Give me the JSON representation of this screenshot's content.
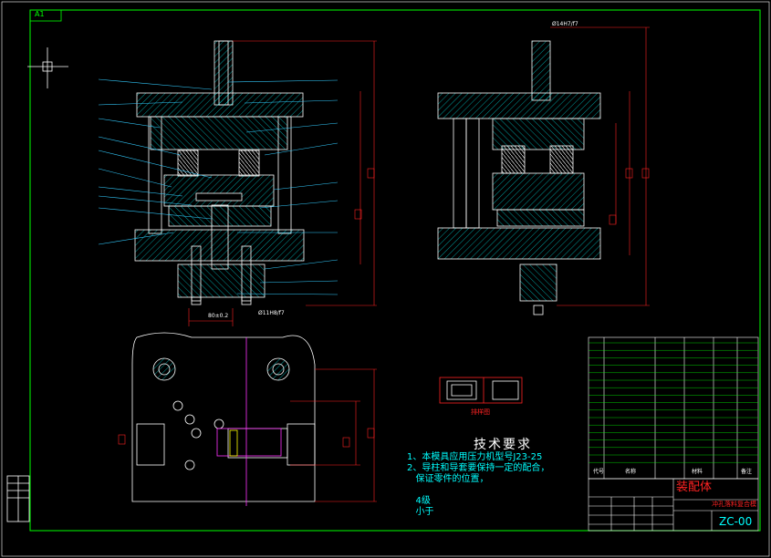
{
  "sheet_size": "A1",
  "technical_requirements": {
    "title": "技术要求",
    "lines": [
      "1、本模具应用压力机型号J23-25",
      "2、导柱和导套要保持一定的配合，",
      "   保证零件的位置，",
      "   4级",
      "   小于"
    ]
  },
  "dimensions": {
    "d1": "Ø14H7/f7",
    "d2": "Ø11H8/f7",
    "d3": "80±0.2"
  },
  "section_label": "排样图",
  "title_block": {
    "drawing_name": "装配体",
    "drawing_sub": "冲孔落料复合模",
    "drawing_no": "ZC-00"
  },
  "bom_headers": [
    "代号",
    "名称",
    "材料",
    "备注"
  ],
  "colors": {
    "background": "#000000",
    "frame": "#00ff00",
    "outline": "#ffffff",
    "hatch": "#00ffff",
    "dim": "#ff2222",
    "leader": "#33ccff",
    "magenta": "#ff33ff",
    "yellow": "#ffff00"
  }
}
